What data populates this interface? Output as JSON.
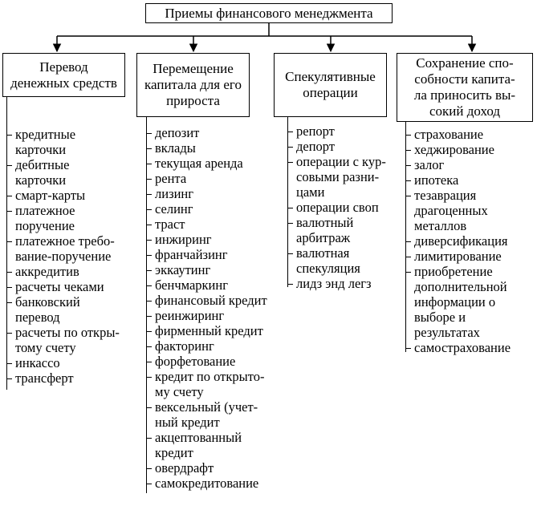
{
  "root": {
    "title": "Приемы финансового менеджмента"
  },
  "categories": [
    {
      "title": "Перевод\nденежных средств",
      "items": [
        "кредитные\nкарточки",
        "дебитные\nкарточки",
        "смарт-карты",
        "платежное\nпоручение",
        "платежное требо-\nвание-поручение",
        "аккредитив",
        "расчеты чеками",
        "банковский\nперевод",
        "расчеты по откры-\nтому счету",
        "инкассо",
        "трансферт"
      ]
    },
    {
      "title": "Перемещение\nкапитала для его\nприроста",
      "items": [
        "депозит",
        "вклады",
        "текущая аренда",
        "рента",
        "лизинг",
        "селинг",
        "траст",
        "инжиринг",
        "франчайзинг",
        "эккаутинг",
        "бенчмаркинг",
        "финансовый кредит",
        "реинжиринг",
        "фирменный кредит",
        "факторинг",
        "форфетование",
        "кредит по открыто-\nму счету",
        "вексельный (учет-\nный кредит",
        "акцептованный\nкредит",
        "овердрафт",
        "самокредитование"
      ]
    },
    {
      "title": "Спекулятивные\nоперации",
      "items": [
        "репорт",
        "депорт",
        "операции с кур-\nсовыми разни-\nцами",
        "операции своп",
        "валютный\nарбитраж",
        "валютная\nспекуляция",
        "лидз энд легз"
      ]
    },
    {
      "title": "Сохранение спо-\nсобности капита-\nла приносить вы-\nсокий доход",
      "items": [
        "страхование",
        "хеджирование",
        "залог",
        "ипотека",
        "тезаврация\nдрагоценных\nметаллов",
        "диверсификация",
        "лимитирование",
        "приобретение\nдополнительной\nинформации о\nвыборе и\nрезультатах",
        "самострахование"
      ]
    }
  ]
}
